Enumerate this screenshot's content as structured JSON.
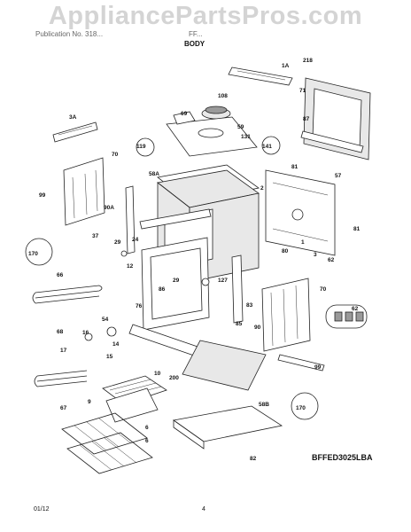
{
  "watermark": "AppliancePartsPros.com",
  "header": {
    "left_text": "Publication No. 318...",
    "mid_text": "FF...",
    "section_title": "BODY"
  },
  "diagram_code": "BFFED3025LBA",
  "footer": {
    "date": "01/12",
    "page": "4"
  },
  "callouts": [
    {
      "id": "1A",
      "text": "1A"
    },
    {
      "id": "218",
      "text": "218"
    },
    {
      "id": "71",
      "text": "71"
    },
    {
      "id": "108",
      "text": "108"
    },
    {
      "id": "69",
      "text": "69"
    },
    {
      "id": "59",
      "text": "59"
    },
    {
      "id": "3A",
      "text": "3A"
    },
    {
      "id": "87",
      "text": "87"
    },
    {
      "id": "119",
      "text": "119"
    },
    {
      "id": "131",
      "text": "131"
    },
    {
      "id": "141",
      "text": "141"
    },
    {
      "id": "70a",
      "text": "70"
    },
    {
      "id": "58A",
      "text": "58A"
    },
    {
      "id": "2",
      "text": "2"
    },
    {
      "id": "81a",
      "text": "81"
    },
    {
      "id": "57",
      "text": "57"
    },
    {
      "id": "99a",
      "text": "99"
    },
    {
      "id": "90A",
      "text": "90A"
    },
    {
      "id": "24",
      "text": "24"
    },
    {
      "id": "81b",
      "text": "81"
    },
    {
      "id": "37",
      "text": "37"
    },
    {
      "id": "29a",
      "text": "29"
    },
    {
      "id": "1",
      "text": "1"
    },
    {
      "id": "170a",
      "text": "170"
    },
    {
      "id": "80",
      "text": "80"
    },
    {
      "id": "3",
      "text": "3"
    },
    {
      "id": "12",
      "text": "12"
    },
    {
      "id": "62a",
      "text": "62"
    },
    {
      "id": "66",
      "text": "66"
    },
    {
      "id": "86",
      "text": "86"
    },
    {
      "id": "29b",
      "text": "29"
    },
    {
      "id": "127",
      "text": "127"
    },
    {
      "id": "70b",
      "text": "70"
    },
    {
      "id": "76",
      "text": "76"
    },
    {
      "id": "83",
      "text": "83"
    },
    {
      "id": "62b",
      "text": "62"
    },
    {
      "id": "68",
      "text": "68"
    },
    {
      "id": "54",
      "text": "54"
    },
    {
      "id": "16",
      "text": "16"
    },
    {
      "id": "85",
      "text": "85"
    },
    {
      "id": "90",
      "text": "90"
    },
    {
      "id": "14",
      "text": "14"
    },
    {
      "id": "17",
      "text": "17"
    },
    {
      "id": "15",
      "text": "15"
    },
    {
      "id": "99b",
      "text": "99"
    },
    {
      "id": "10",
      "text": "10"
    },
    {
      "id": "200",
      "text": "200"
    },
    {
      "id": "67",
      "text": "67"
    },
    {
      "id": "9",
      "text": "9"
    },
    {
      "id": "58B",
      "text": "58B"
    },
    {
      "id": "170b",
      "text": "170"
    },
    {
      "id": "6a",
      "text": "6"
    },
    {
      "id": "6b",
      "text": "6"
    },
    {
      "id": "82",
      "text": "82"
    }
  ]
}
